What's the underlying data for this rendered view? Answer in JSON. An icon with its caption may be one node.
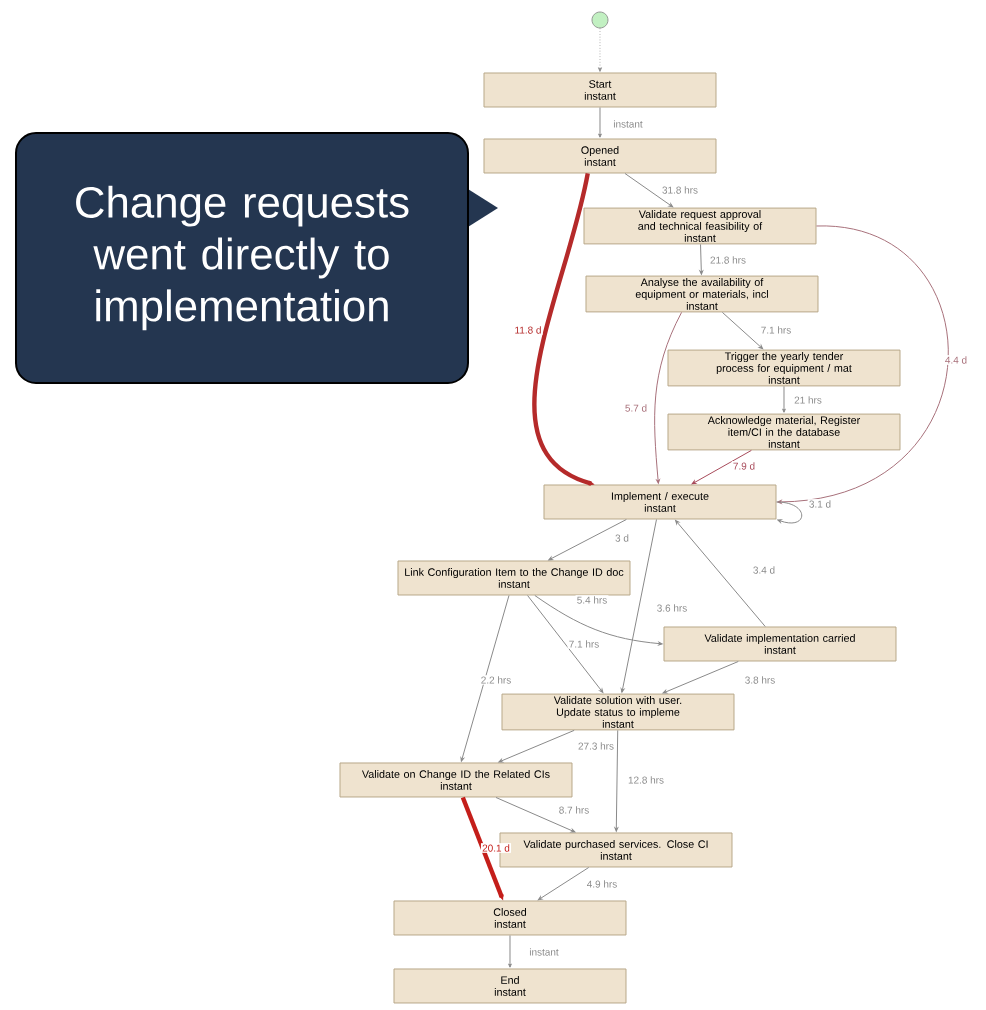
{
  "diagram": {
    "nodes": [
      {
        "text": [],
        "shape": "circle"
      },
      {
        "text": [
          "Start",
          "instant"
        ]
      },
      {
        "text": [
          "Opened",
          "instant"
        ]
      },
      {
        "text": [
          "Validate request approval and technical feasibility of",
          "instant"
        ]
      },
      {
        "text": [
          "Analyse the availability of equipment or materials, incl",
          "instant"
        ]
      },
      {
        "text": [
          "Trigger the yearly tender process for equipment / mat",
          "instant"
        ]
      },
      {
        "text": [
          "Acknowledge material, Register item/CI in the database",
          "instant"
        ]
      },
      {
        "text": [
          "Implement / execute",
          "instant"
        ]
      },
      {
        "text": [
          "Link Configuration Item to the Change ID doc",
          "instant"
        ]
      },
      {
        "text": [
          "Validate implementation carried",
          "instant"
        ]
      },
      {
        "text": [
          "Validate solution with user. Update status to impleme",
          "instant"
        ]
      },
      {
        "text": [
          "Validate on Change ID the Related CIs",
          "instant"
        ]
      },
      {
        "text": [
          "Validate purchased services. Close CI",
          "instant"
        ]
      },
      {
        "text": [
          "Closed",
          "instant"
        ]
      },
      {
        "text": [
          "End",
          "instant"
        ]
      },
      {
        "text": [
          "Change requests went directly to implementation"
        ]
      }
    ],
    "edges": [
      {
        "from": 0,
        "to": 1,
        "arrow": "to",
        "style": "dashed"
      },
      {
        "from": 1,
        "to": 2,
        "arrow": "to",
        "label": "instant"
      },
      {
        "from": 2,
        "to": 3,
        "arrow": "to",
        "label": "31.8 hrs"
      },
      {
        "from": 2,
        "to": 7,
        "arrow": "to",
        "label": "11.8 d",
        "style": "thick",
        "color": "#b52a2a"
      },
      {
        "from": 3,
        "to": 4,
        "arrow": "to",
        "label": "21.8 hrs"
      },
      {
        "from": 3,
        "to": 7,
        "arrow": "to",
        "label": "4.4 d",
        "color": "#a8707a"
      },
      {
        "from": 4,
        "to": 5,
        "arrow": "to",
        "label": "7.1 hrs"
      },
      {
        "from": 4,
        "to": 7,
        "arrow": "to",
        "label": "5.7 d",
        "color": "#a8707a"
      },
      {
        "from": 5,
        "to": 6,
        "arrow": "to",
        "label": "21 hrs"
      },
      {
        "from": 6,
        "to": 7,
        "arrow": "to",
        "label": "7.9 d",
        "color": "#a84a5a"
      },
      {
        "from": 7,
        "to": 7,
        "arrow": "to",
        "label": "3.1 d"
      },
      {
        "from": 7,
        "to": 8,
        "arrow": "to",
        "label": "3 d"
      },
      {
        "from": 7,
        "to": 10,
        "arrow": "to",
        "label": "3.6 hrs"
      },
      {
        "from": 9,
        "to": 7,
        "arrow": "to",
        "label": "3.4 d"
      },
      {
        "from": 8,
        "to": 9,
        "arrow": "to",
        "label": "5.4 hrs"
      },
      {
        "from": 8,
        "to": 10,
        "arrow": "to",
        "label": "7.1 hrs"
      },
      {
        "from": 8,
        "to": 11,
        "arrow": "to",
        "label": "2.2 hrs"
      },
      {
        "from": 9,
        "to": 10,
        "arrow": "to",
        "label": "3.8 hrs"
      },
      {
        "from": 10,
        "to": 11,
        "arrow": "to",
        "label": "27.3 hrs"
      },
      {
        "from": 10,
        "to": 12,
        "arrow": "to",
        "label": "12.8 hrs"
      },
      {
        "from": 11,
        "to": 12,
        "arrow": "to",
        "label": "8.7 hrs"
      },
      {
        "from": 11,
        "to": 13,
        "arrow": "to",
        "label": "20.1 d",
        "style": "thick",
        "color": "#c41e1a"
      },
      {
        "from": 12,
        "to": 13,
        "arrow": "to",
        "label": "4.9 hrs"
      },
      {
        "from": 13,
        "to": 14,
        "arrow": "to",
        "label": "instant"
      }
    ]
  }
}
